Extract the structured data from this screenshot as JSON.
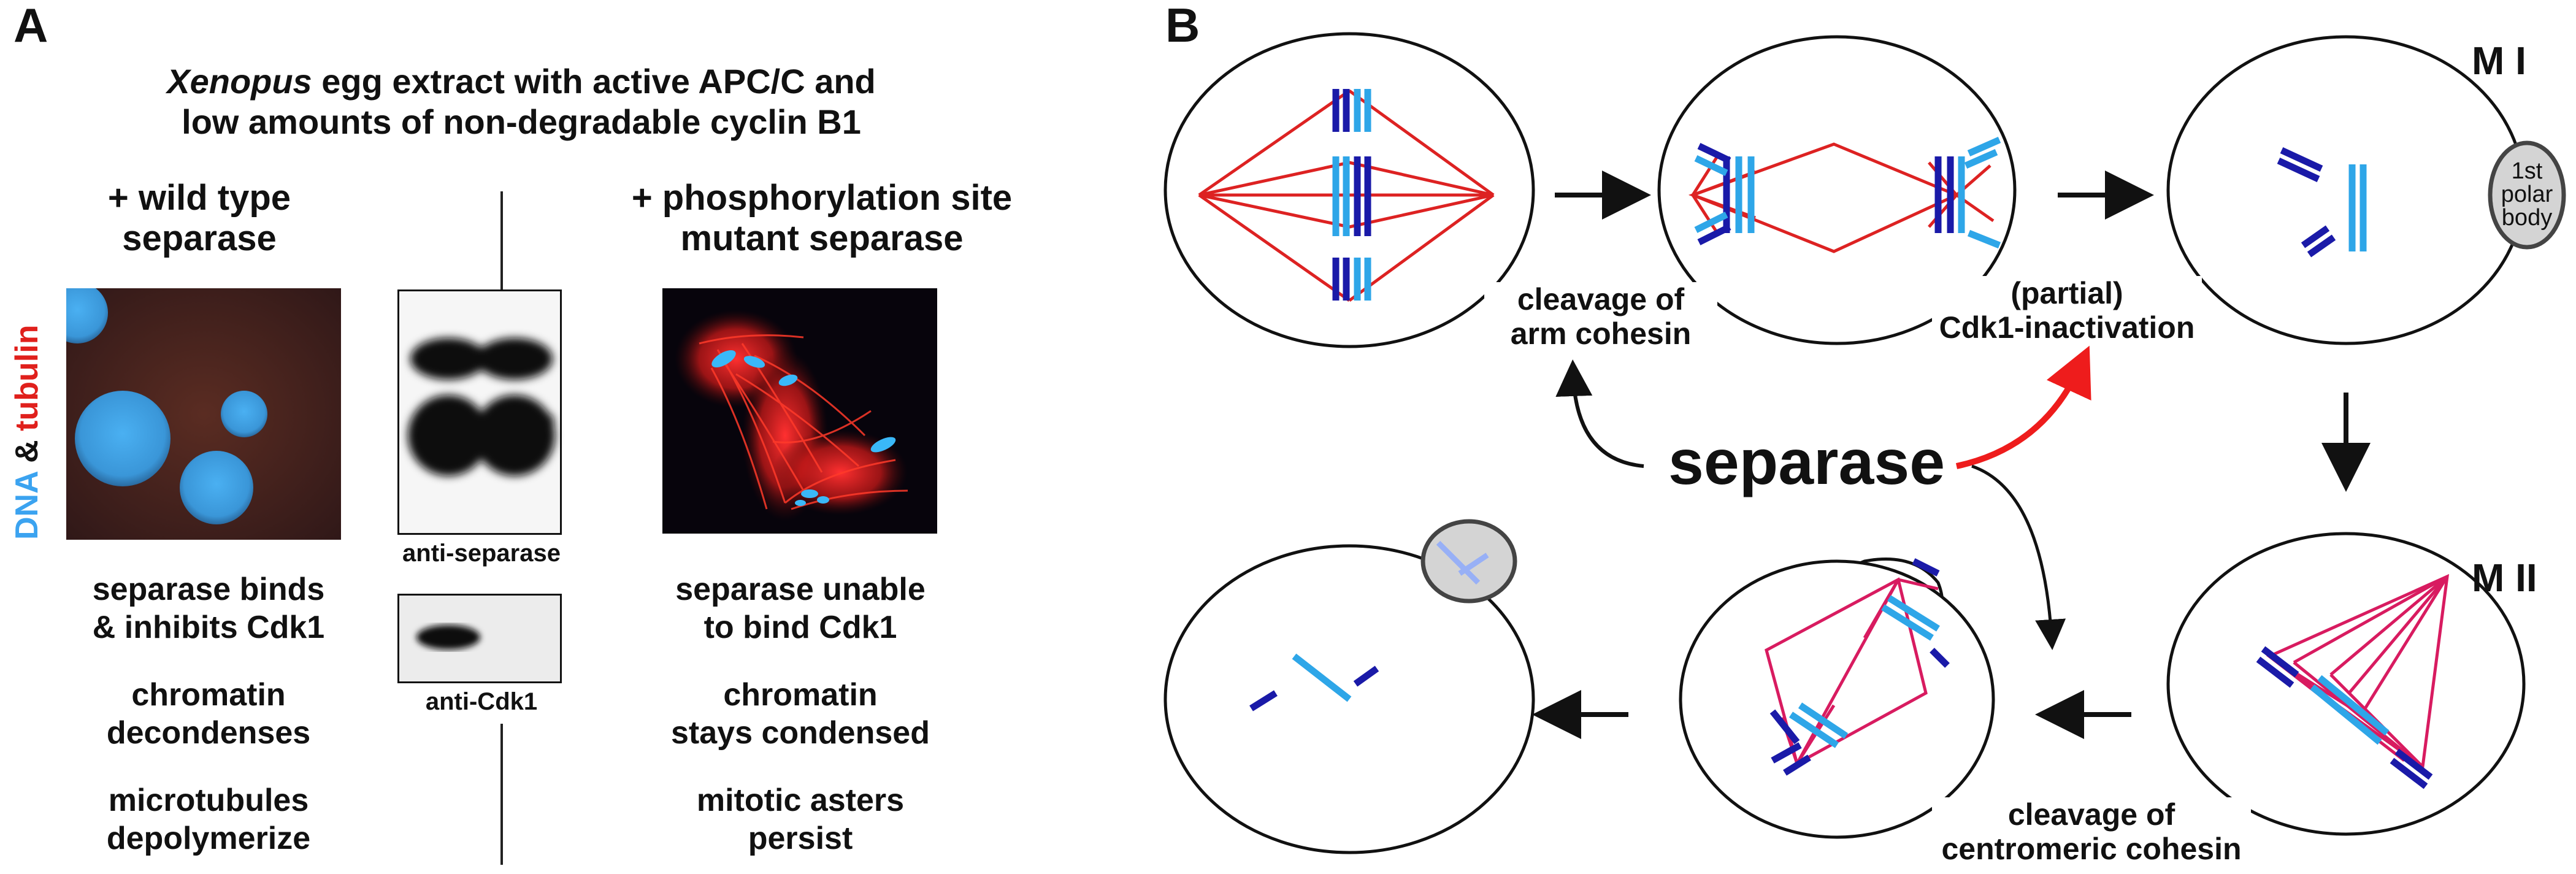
{
  "panel_a": {
    "letter": "A",
    "title_italic": "Xenopus",
    "title_rest": " egg extract with active APC/C and",
    "title_line2": "low amounts of non-degradable cyclin B1",
    "left_heading_1": "+ wild type",
    "left_heading_2": "separase",
    "right_heading_1": "+ phosphorylation site",
    "right_heading_2": "mutant separase",
    "stain_dna": "DNA",
    "stain_amp": " & ",
    "stain_tubulin": "tubulin",
    "blot1_label": "anti-separase",
    "blot2_label": "anti-Cdk1",
    "left_desc": [
      "separase binds",
      "& inhibits Cdk1",
      "chromatin",
      "decondenses",
      "microtubules",
      "depolymerize"
    ],
    "right_desc": [
      "separase unable",
      "to bind Cdk1",
      "chromatin",
      "stays condensed",
      "mitotic asters",
      "persist"
    ],
    "colors": {
      "dna": "#3ba3f0",
      "tubulin": "#e0201c"
    }
  },
  "panel_b": {
    "letter": "B",
    "m1": "M I",
    "m2": "M II",
    "polar_body_1": "1st",
    "polar_body_2": "polar",
    "polar_body_3": "body",
    "separase": "separase",
    "arm_1": "cleavage of",
    "arm_2": "arm cohesin",
    "cdk_1": "(partial)",
    "cdk_2": "Cdk1-inactivation",
    "cen_1": "cleavage of",
    "cen_2": "centromeric cohesin",
    "colors": {
      "spindle": "#dd2222",
      "spindle2": "#d81b60",
      "dark_chrom": "#1a1aa8",
      "light_chrom": "#2ea6e8"
    }
  }
}
